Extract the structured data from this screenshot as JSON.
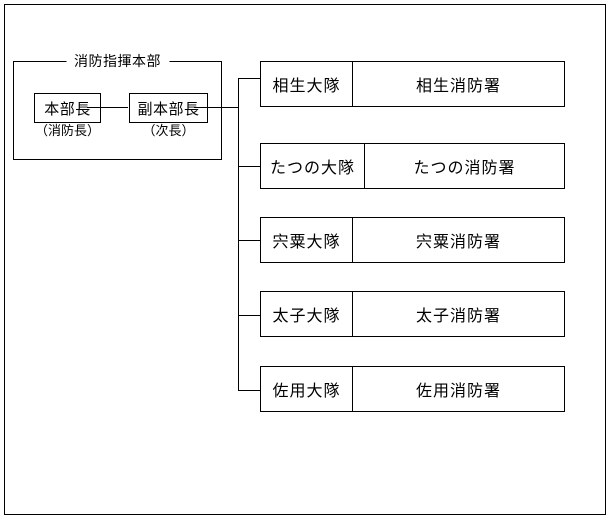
{
  "diagram": {
    "headquarters": {
      "title": "消防指揮本部",
      "chief": {
        "label": "本部長",
        "sub": "（消防長）"
      },
      "deputy": {
        "label": "副本部長",
        "sub": "（次長）"
      }
    },
    "battalions": [
      {
        "battalion": "相生大隊",
        "station": "相生消防署"
      },
      {
        "battalion": "たつの大隊",
        "station": "たつの消防署"
      },
      {
        "battalion": "宍粟大隊",
        "station": "宍粟消防署"
      },
      {
        "battalion": "太子大隊",
        "station": "太子消防署"
      },
      {
        "battalion": "佐用大隊",
        "station": "佐用消防署"
      }
    ],
    "colors": {
      "line": "#000000",
      "background": "#ffffff"
    }
  }
}
